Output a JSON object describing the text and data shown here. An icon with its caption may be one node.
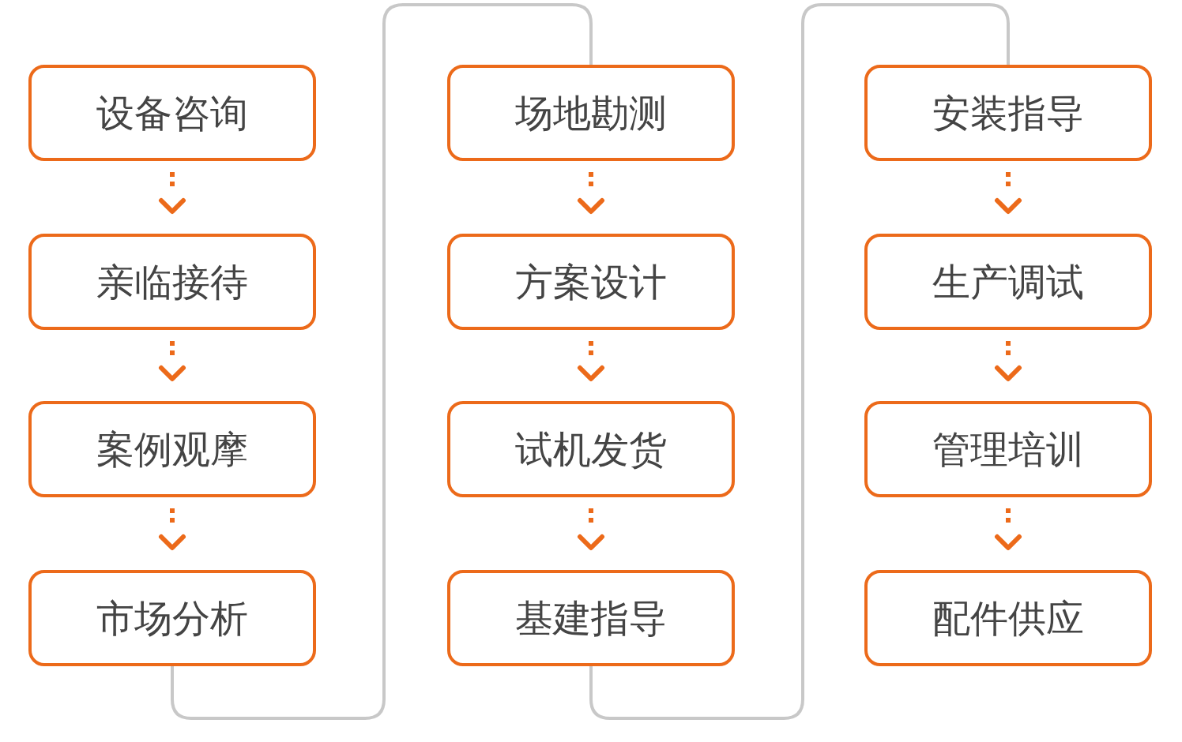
{
  "diagram": {
    "nodes": [
      {
        "text": [
          "设备咨询"
        ]
      },
      {
        "text": [
          "亲临接待"
        ]
      },
      {
        "text": [
          "案例观摩"
        ]
      },
      {
        "text": [
          "市场分析"
        ]
      },
      {
        "text": [
          "场地勘测"
        ]
      },
      {
        "text": [
          "方案设计"
        ]
      },
      {
        "text": [
          "试机发货"
        ]
      },
      {
        "text": [
          "基建指导"
        ]
      },
      {
        "text": [
          "安装指导"
        ]
      },
      {
        "text": [
          "生产调试"
        ]
      },
      {
        "text": [
          "管理培训"
        ]
      },
      {
        "text": [
          "配件供应"
        ]
      }
    ],
    "edges": [
      {
        "from": 0,
        "to": 1,
        "arrow": "to",
        "style": "dashed"
      },
      {
        "from": 1,
        "to": 2,
        "arrow": "to",
        "style": "dashed"
      },
      {
        "from": 2,
        "to": 3,
        "arrow": "to",
        "style": "dashed"
      },
      {
        "from": 3,
        "to": 4,
        "arrow": "none",
        "color": "#c8c8c8"
      },
      {
        "from": 4,
        "to": 5,
        "arrow": "to",
        "style": "dashed"
      },
      {
        "from": 5,
        "to": 6,
        "arrow": "to",
        "style": "dashed"
      },
      {
        "from": 6,
        "to": 7,
        "arrow": "to",
        "style": "dashed"
      },
      {
        "from": 7,
        "to": 8,
        "arrow": "none",
        "color": "#c8c8c8"
      },
      {
        "from": 8,
        "to": 9,
        "arrow": "to",
        "style": "dashed"
      },
      {
        "from": 9,
        "to": 10,
        "arrow": "to",
        "style": "dashed"
      },
      {
        "from": 10,
        "to": 11,
        "arrow": "to",
        "style": "dashed"
      }
    ]
  }
}
